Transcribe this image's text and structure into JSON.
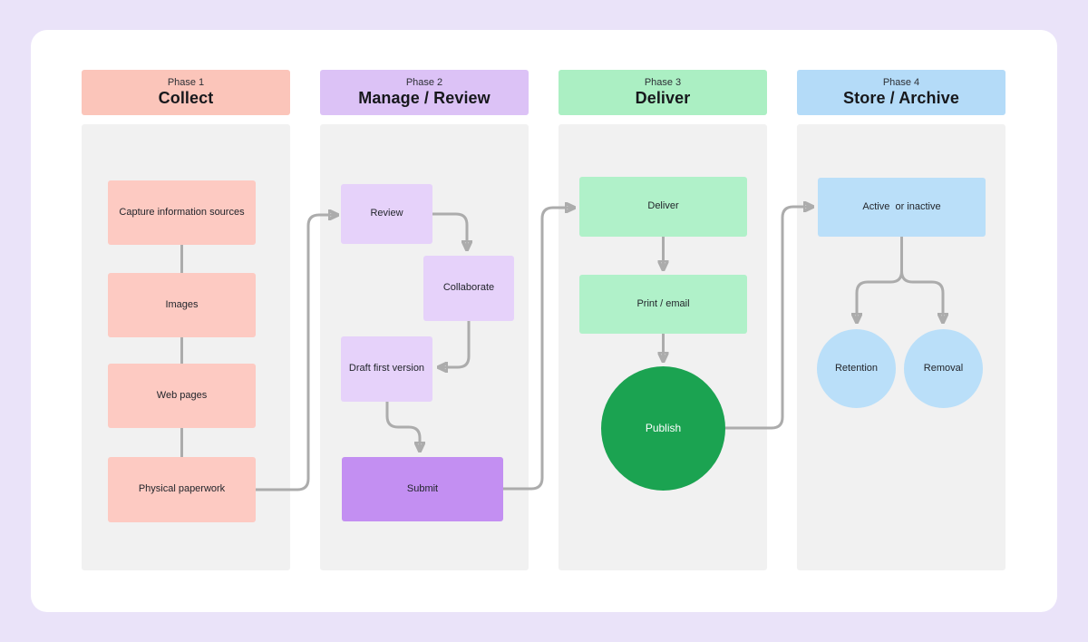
{
  "phases": [
    {
      "phase_label": "Phase 1",
      "title": "Collect",
      "header_color": "#fbc5ba"
    },
    {
      "phase_label": "Phase 2",
      "title": "Manage / Review",
      "header_color": "#dcc2f6"
    },
    {
      "phase_label": "Phase 3",
      "title": "Deliver",
      "header_color": "#abefc3"
    },
    {
      "phase_label": "Phase 4",
      "title": "Store / Archive",
      "header_color": "#b4dbf8"
    }
  ],
  "nodes": {
    "capture": {
      "label": "Capture information sources",
      "shape": "rect",
      "phase": "Collect"
    },
    "images": {
      "label": "Images",
      "shape": "rect",
      "phase": "Collect"
    },
    "web_pages": {
      "label": "Web pages",
      "shape": "rect",
      "phase": "Collect"
    },
    "physical_paperwork": {
      "label": "Physical paperwork",
      "shape": "rect",
      "phase": "Collect"
    },
    "review": {
      "label": "Review",
      "shape": "rect",
      "phase": "Manage / Review"
    },
    "collaborate": {
      "label": "Collaborate",
      "shape": "rect",
      "phase": "Manage / Review"
    },
    "draft_first_version": {
      "label": "Draft first version",
      "shape": "rect",
      "phase": "Manage / Review"
    },
    "submit": {
      "label": "Submit",
      "shape": "rect",
      "phase": "Manage / Review"
    },
    "deliver": {
      "label": "Deliver",
      "shape": "rect",
      "phase": "Deliver"
    },
    "print_email": {
      "label": "Print / email",
      "shape": "rect",
      "phase": "Deliver"
    },
    "publish": {
      "label": "Publish",
      "shape": "circle",
      "phase": "Deliver"
    },
    "active_or_inactive": {
      "label": "Active  or inactive",
      "shape": "rect",
      "phase": "Store / Archive"
    },
    "retention": {
      "label": "Retention",
      "shape": "circle",
      "phase": "Store / Archive"
    },
    "removal": {
      "label": "Removal",
      "shape": "circle",
      "phase": "Store / Archive"
    }
  },
  "connections": [
    {
      "from": "capture",
      "to": "images",
      "arrow": false
    },
    {
      "from": "images",
      "to": "web_pages",
      "arrow": false
    },
    {
      "from": "web_pages",
      "to": "physical_paperwork",
      "arrow": false
    },
    {
      "from": "physical_paperwork",
      "to": "review",
      "arrow": true
    },
    {
      "from": "review",
      "to": "collaborate",
      "arrow": true
    },
    {
      "from": "collaborate",
      "to": "draft_first_version",
      "arrow": true
    },
    {
      "from": "draft_first_version",
      "to": "submit",
      "arrow": true
    },
    {
      "from": "submit",
      "to": "deliver",
      "arrow": true
    },
    {
      "from": "deliver",
      "to": "print_email",
      "arrow": true
    },
    {
      "from": "print_email",
      "to": "publish",
      "arrow": true
    },
    {
      "from": "publish",
      "to": "active_or_inactive",
      "arrow": true
    },
    {
      "from": "active_or_inactive",
      "to": "retention",
      "arrow": true
    },
    {
      "from": "active_or_inactive",
      "to": "removal",
      "arrow": true
    }
  ],
  "colors": {
    "page_background": "#eae3f9",
    "card_background": "#ffffff",
    "column_background": "#f1f1f1",
    "pink_header": "#fbc5ba",
    "pink_node": "#fdcac2",
    "purple_header": "#dcc2f6",
    "purple_node": "#e6d2fa",
    "purple_accent_submit": "#c38ff2",
    "green_header": "#abefc3",
    "green_node": "#b0f1c9",
    "green_accent_publish": "#1ba351",
    "blue_header": "#b4dbf8",
    "blue_node": "#badff9",
    "connector_gray": "#acacac",
    "text_dark": "#17181c",
    "publish_text": "#ffffff"
  }
}
